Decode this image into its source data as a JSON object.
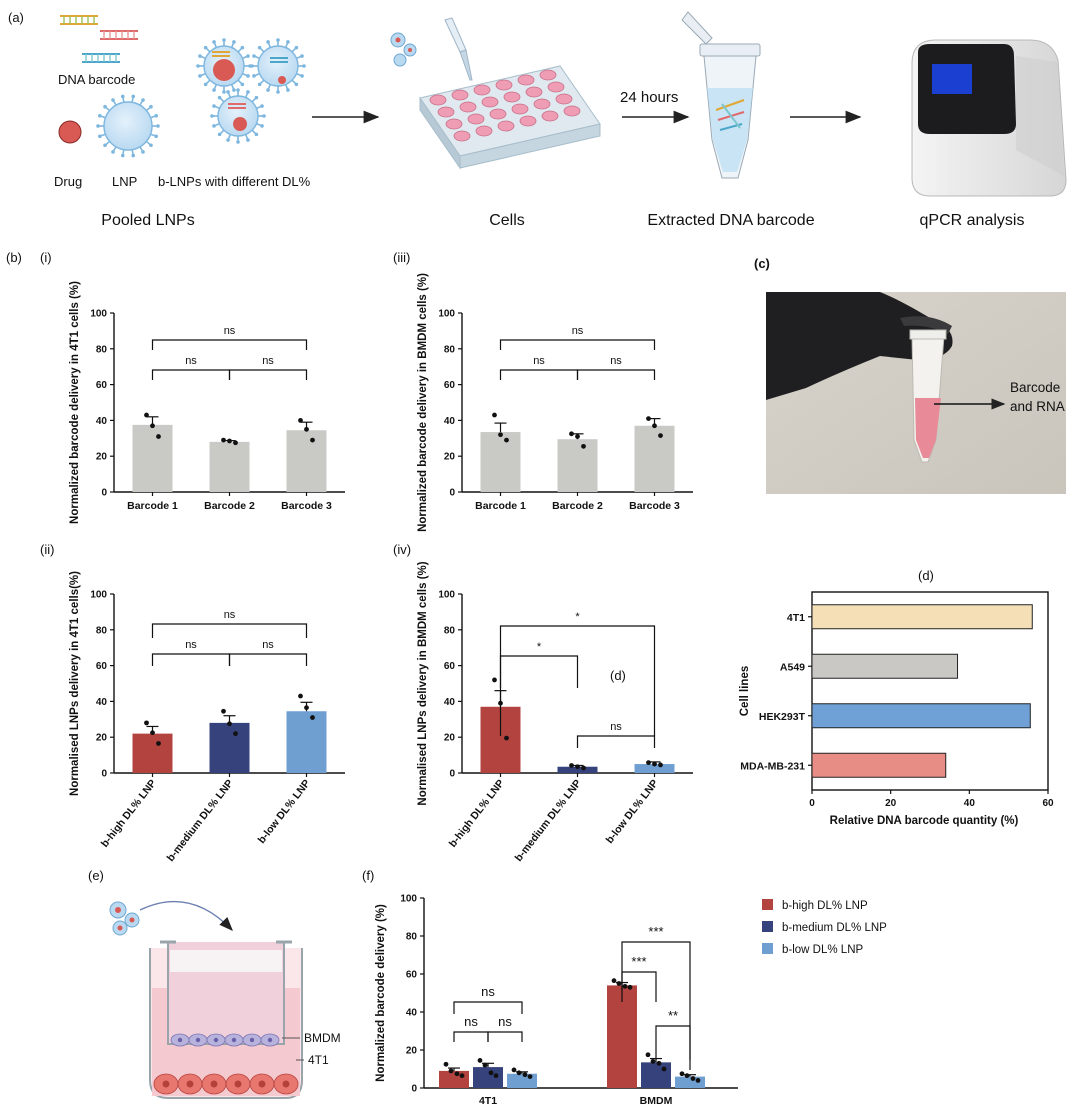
{
  "panels": {
    "a": "(a)",
    "b": "(b)",
    "b_i": "(i)",
    "b_ii": "(ii)",
    "b_iii": "(iii)",
    "b_iv": "(iv)",
    "c": "(c)",
    "d": "(d)",
    "e": "(e)",
    "f": "(f)"
  },
  "diagram_a": {
    "dna_barcode": "DNA barcode",
    "drug": "Drug",
    "lnp": "LNP",
    "blnps": "b-LNPs with different DL%",
    "time": "24 hours",
    "captions": [
      "Pooled LNPs",
      "Cells",
      "Extracted DNA barcode",
      "qPCR analysis"
    ]
  },
  "photo_c": {
    "label_line1": "Barcode",
    "label_line2": "and RNA"
  },
  "diagram_e": {
    "bmdm": "BMDM",
    "t41": "4T1"
  },
  "colors": {
    "grey_bar": "#c9cac6",
    "high": "#b3433f",
    "medium": "#35427c",
    "low": "#6f9fd0",
    "d_4t1": "#f4dfb7",
    "d_a549": "#c9c8c5",
    "d_hek": "#6fa1d6",
    "d_mda": "#e88c86"
  },
  "chart_data": [
    {
      "id": "b_i",
      "type": "bar",
      "ylabel": "Normalized barcode delivery in 4T1 cells (%)",
      "ylim": [
        0,
        100
      ],
      "yticks": [
        0,
        20,
        40,
        60,
        80,
        100
      ],
      "categories": [
        "Barcode 1",
        "Barcode 2",
        "Barcode 3"
      ],
      "values": [
        37.5,
        28,
        34.5
      ],
      "errors": [
        4.5,
        0.7,
        4.5
      ],
      "points": [
        [
          43,
          37,
          31
        ],
        [
          29,
          28.5,
          27.5
        ],
        [
          40,
          35,
          29
        ]
      ],
      "significance": [
        {
          "from": 0,
          "to": 2,
          "label": "ns",
          "level": 0
        },
        {
          "from": 0,
          "to": 1,
          "label": "ns",
          "level": 1
        },
        {
          "from": 1,
          "to": 2,
          "label": "ns",
          "level": 1
        }
      ]
    },
    {
      "id": "b_iii",
      "type": "bar",
      "ylabel": "Normalized barcode delivery in BMDM cells (%)",
      "ylim": [
        0,
        100
      ],
      "yticks": [
        0,
        20,
        40,
        60,
        80,
        100
      ],
      "categories": [
        "Barcode 1",
        "Barcode 2",
        "Barcode 3"
      ],
      "values": [
        33.5,
        29.5,
        37
      ],
      "errors": [
        5,
        3,
        4
      ],
      "points": [
        [
          43,
          32,
          29
        ],
        [
          32.5,
          31,
          25.5
        ],
        [
          41,
          37,
          31.5
        ]
      ],
      "significance": [
        {
          "from": 0,
          "to": 2,
          "label": "ns",
          "level": 0
        },
        {
          "from": 0,
          "to": 1,
          "label": "ns",
          "level": 1
        },
        {
          "from": 1,
          "to": 2,
          "label": "ns",
          "level": 1
        }
      ]
    },
    {
      "id": "b_ii",
      "type": "bar",
      "ylabel": "Normalised LNPs delivery in 4T1 cells(%)",
      "ylim": [
        0,
        100
      ],
      "yticks": [
        0,
        20,
        40,
        60,
        80,
        100
      ],
      "categories": [
        "b-high DL% LNP",
        "b-medium DL% LNP",
        "b-low DL% LNP"
      ],
      "values": [
        22,
        28,
        34.5
      ],
      "errors": [
        4,
        4,
        5
      ],
      "points": [
        [
          28,
          22.5,
          16.5
        ],
        [
          34.5,
          27.5,
          22
        ],
        [
          43,
          36.5,
          31
        ]
      ],
      "significance": [
        {
          "from": 0,
          "to": 2,
          "label": "ns",
          "level": 0
        },
        {
          "from": 0,
          "to": 1,
          "label": "ns",
          "level": 1
        },
        {
          "from": 1,
          "to": 2,
          "label": "ns",
          "level": 1
        }
      ]
    },
    {
      "id": "b_iv",
      "type": "bar",
      "ylabel": "Normalised LNPs delivery in BMDM cells (%)",
      "ylim": [
        0,
        100
      ],
      "yticks": [
        0,
        20,
        40,
        60,
        80,
        100
      ],
      "categories": [
        "b-high DL% LNP",
        "b-medium DL% LNP",
        "b-low DL% LNP"
      ],
      "values": [
        37,
        3.5,
        5
      ],
      "errors": [
        9,
        0.7,
        1.2
      ],
      "points": [
        [
          52,
          39,
          19.5
        ],
        [
          4.2,
          3.5,
          2.8
        ],
        [
          5.8,
          5,
          4.5
        ]
      ],
      "annotation": "(d)",
      "significance": [
        {
          "from": 0,
          "to": 2,
          "label": "*",
          "level": 0
        },
        {
          "from": 0,
          "to": 1,
          "label": "*",
          "level": 1
        },
        {
          "from": 1,
          "to": 2,
          "label": "ns",
          "level": 2
        }
      ]
    },
    {
      "id": "d",
      "type": "bar",
      "orientation": "horizontal",
      "xlabel": "Relative DNA barcode quantity (%)",
      "ylabel": "Cell lines",
      "xlim": [
        0,
        60
      ],
      "xticks": [
        0,
        20,
        40,
        60
      ],
      "categories": [
        "4T1",
        "A549",
        "HEK293T",
        "MDA-MB-231"
      ],
      "values": [
        56,
        37,
        55.5,
        34
      ]
    },
    {
      "id": "f",
      "type": "bar",
      "ylabel": "Normalized barcode delivery (%)",
      "ylim": [
        0,
        100
      ],
      "yticks": [
        0,
        20,
        40,
        60,
        80,
        100
      ],
      "categories": [
        "4T1",
        "BMDM"
      ],
      "series": [
        {
          "name": "b-high DL% LNP",
          "values": [
            9,
            54
          ],
          "errors": [
            1.5,
            1.5
          ],
          "points": [
            [
              12.5,
              9,
              7.5,
              6.5
            ],
            [
              56.5,
              55,
              53.5,
              53
            ]
          ]
        },
        {
          "name": "b-medium DL% LNP",
          "values": [
            11,
            13.5
          ],
          "errors": [
            2,
            2
          ],
          "points": [
            [
              14.5,
              12,
              8,
              6.5
            ],
            [
              17.5,
              14,
              13,
              10
            ]
          ]
        },
        {
          "name": "b-low DL% LNP",
          "values": [
            7.5,
            6
          ],
          "errors": [
            1,
            1
          ],
          "points": [
            [
              9.5,
              8,
              7,
              6
            ],
            [
              7.5,
              6.5,
              5,
              4
            ]
          ]
        }
      ],
      "legend_position": "right",
      "significance": [
        {
          "group": 0,
          "from": 0,
          "to": 2,
          "label": "ns",
          "level": 0
        },
        {
          "group": 0,
          "from": 0,
          "to": 1,
          "label": "ns",
          "level": 1
        },
        {
          "group": 0,
          "from": 1,
          "to": 2,
          "label": "ns",
          "level": 1
        },
        {
          "group": 1,
          "from": 0,
          "to": 2,
          "label": "***",
          "level": 0
        },
        {
          "group": 1,
          "from": 0,
          "to": 1,
          "label": "***",
          "level": 1
        },
        {
          "group": 1,
          "from": 1,
          "to": 2,
          "label": "**",
          "level": 2
        }
      ]
    }
  ]
}
